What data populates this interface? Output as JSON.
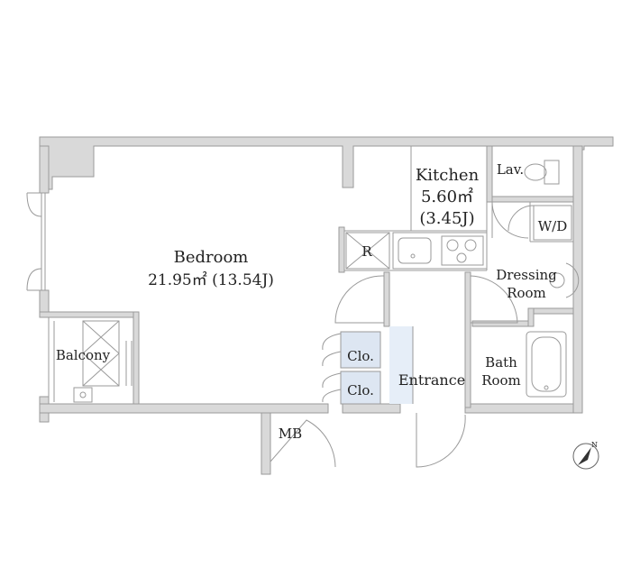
{
  "rooms": {
    "bedroom": {
      "name": "Bedroom",
      "area": "21.95㎡  (13.54J)"
    },
    "kitchen": {
      "name": "Kitchen",
      "area": "5.60㎡",
      "jo": "(3.45J)"
    },
    "lav": "Lav.",
    "wd": "W/D",
    "dressing": {
      "line1": "Dressing",
      "line2": "Room"
    },
    "bath": {
      "line1": "Bath",
      "line2": "Room"
    },
    "entrance": "Entrance",
    "closet1": "Clo.",
    "closet2": "Clo.",
    "balcony": "Balcony",
    "mb": "MB",
    "fridge": "R"
  },
  "colors": {
    "wall_fill": "#d9d9d9",
    "wall_line": "#9a9a9a",
    "closet_fill": "#dde6f2",
    "entrance_fill": "#e6eef8",
    "text": "#222222"
  },
  "icons": [
    "compass-icon",
    "toilet-icon",
    "bathtub-icon",
    "sink-icon",
    "stove-icon",
    "door-swing-icon"
  ]
}
